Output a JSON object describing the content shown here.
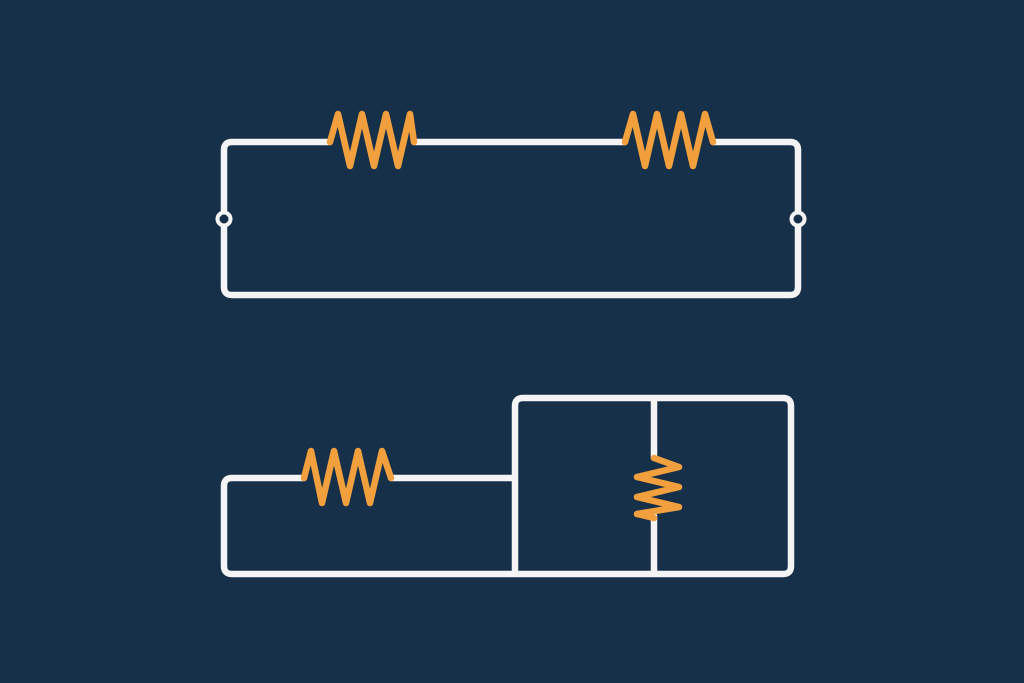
{
  "colors": {
    "background": "#16304a",
    "wire": "#f4f4f4",
    "resistor": "#f2a03d",
    "terminal_fill": "#16304a"
  },
  "diagrams": [
    {
      "name": "series-circuit",
      "components": [
        "wire-loop",
        "resistor",
        "resistor",
        "terminal",
        "terminal"
      ]
    },
    {
      "name": "series-parallel-circuit",
      "components": [
        "wire-loop",
        "resistor",
        "parallel-branch",
        "resistor"
      ]
    }
  ]
}
